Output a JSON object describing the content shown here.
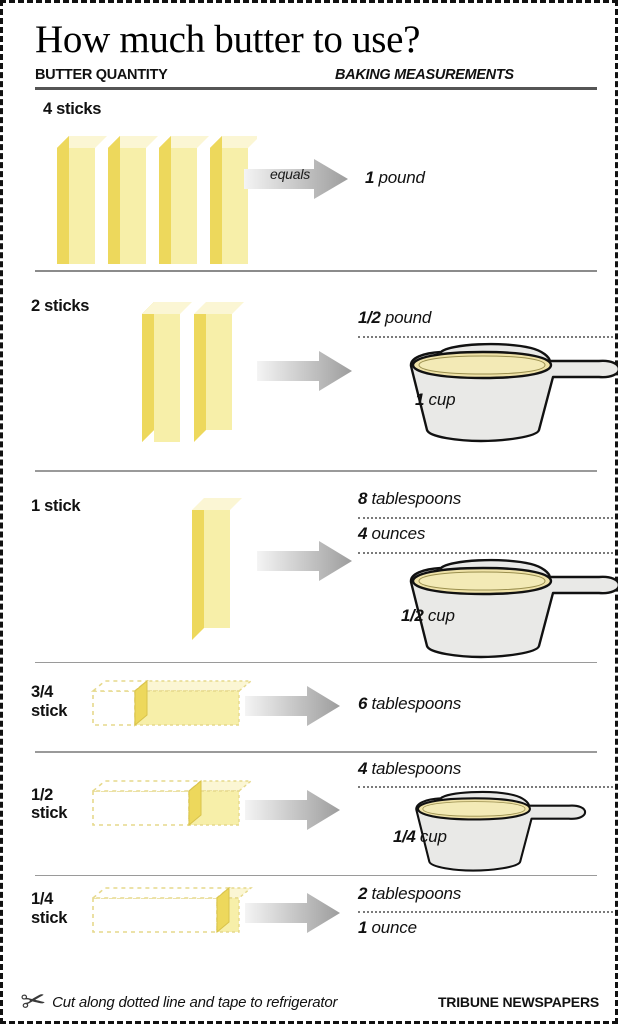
{
  "header": {
    "title": "How much butter to use?",
    "col_left": "BUTTER QUANTITY",
    "col_right": "BAKING MEASUREMENTS"
  },
  "rows": [
    {
      "label": "4 sticks",
      "sticks": 4,
      "stick_orientation": "vertical",
      "arrow_text": "equals",
      "measurements": [
        {
          "num": "1",
          "unit": "pound",
          "rule": false
        }
      ],
      "cup": null
    },
    {
      "label": "2 sticks",
      "sticks": 2,
      "stick_orientation": "vertical",
      "arrow_text": "",
      "measurements": [
        {
          "num": "1/2",
          "unit": "pound",
          "rule": true
        }
      ],
      "cup": {
        "num": "1",
        "unit": "cup"
      }
    },
    {
      "label": "1 stick",
      "sticks": 1,
      "stick_orientation": "vertical",
      "arrow_text": "",
      "measurements": [
        {
          "num": "8",
          "unit": "tablespoons",
          "rule": true
        },
        {
          "num": "4",
          "unit": "ounces",
          "rule": true
        }
      ],
      "cup": {
        "num": "1/2",
        "unit": "cup"
      }
    },
    {
      "label": "3/4\nstick",
      "sticks": 0.75,
      "stick_orientation": "horizontal",
      "arrow_text": "",
      "measurements": [
        {
          "num": "6",
          "unit": "tablespoons",
          "rule": false
        }
      ],
      "cup": null
    },
    {
      "label": "1/2\nstick",
      "sticks": 0.5,
      "stick_orientation": "horizontal",
      "arrow_text": "",
      "measurements": [
        {
          "num": "4",
          "unit": "tablespoons",
          "rule": true
        }
      ],
      "cup": {
        "num": "1/4",
        "unit": "cup"
      }
    },
    {
      "label": "1/4\nstick",
      "sticks": 0.25,
      "stick_orientation": "horizontal",
      "arrow_text": "",
      "measurements": [
        {
          "num": "2",
          "unit": "tablespoons",
          "rule": true
        },
        {
          "num": "1",
          "unit": "ounce",
          "rule": false
        }
      ],
      "cup": null
    }
  ],
  "footer": {
    "scissors_icon": "scissors-icon",
    "cut_text": "Cut along dotted line and tape to refrigerator",
    "credit": "TRIBUNE NEWSPAPERS"
  },
  "colors": {
    "butter_front": "#F7EFA9",
    "butter_side": "#EDD85C",
    "butter_top": "#FBF6D4",
    "cup_body": "#E9E9E7",
    "cup_butter": "#EFE2A8",
    "arrow_light": "#F2F2F2",
    "arrow_dark": "#9D9D9D",
    "rule": "#8b8b8b",
    "dot_rule": "#7a7a7a",
    "text": "#111111"
  }
}
